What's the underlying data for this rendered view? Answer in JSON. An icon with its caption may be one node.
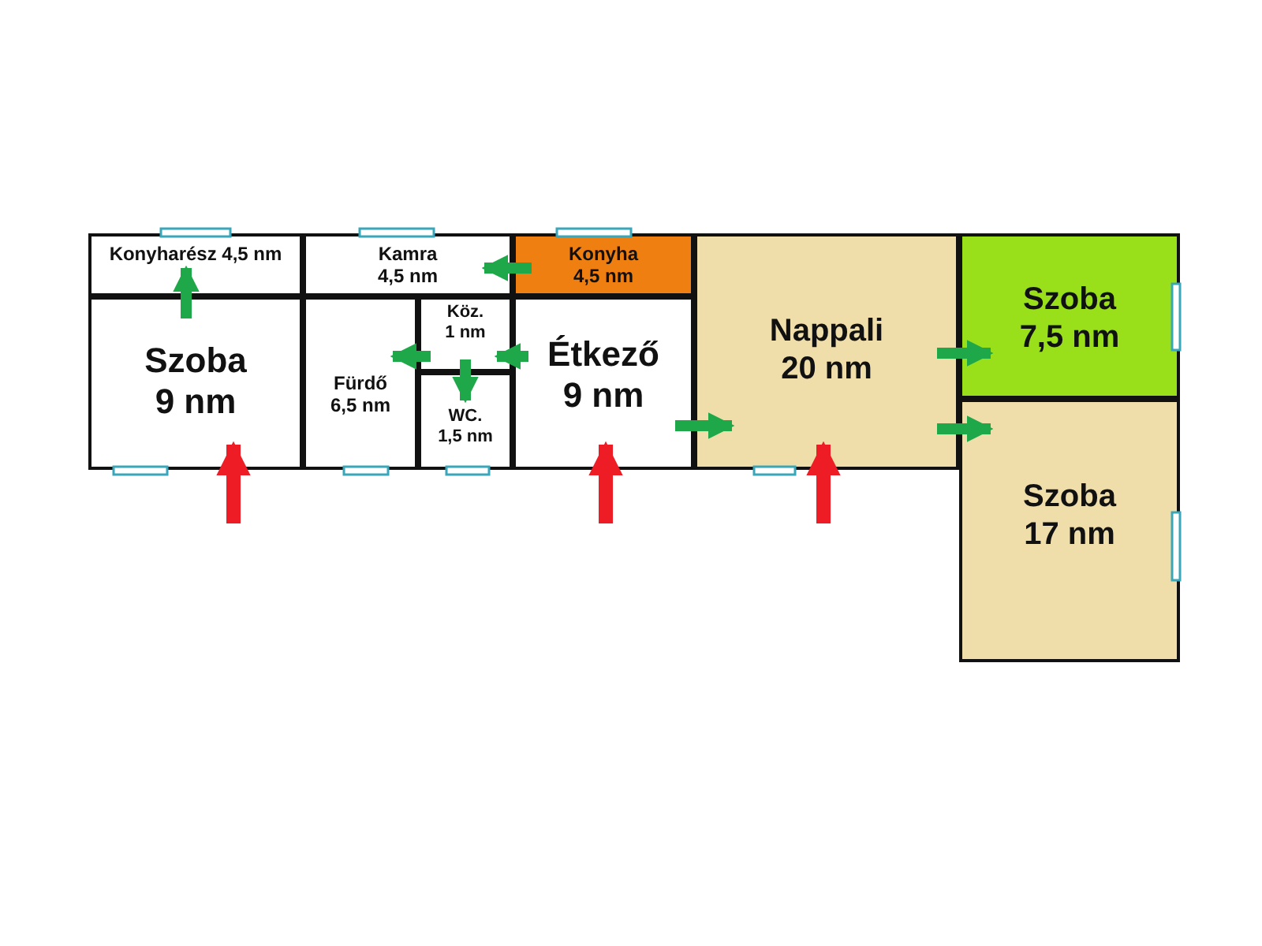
{
  "diagram": {
    "nodes": [
      {
        "text": [
          "Konyharész 4,5 nm"
        ]
      },
      {
        "text": [
          "Szoba 9 nm"
        ]
      },
      {
        "text": [
          "Kamra 4,5 nm"
        ]
      },
      {
        "text": [
          "Konyha 4,5 nm"
        ]
      },
      {
        "text": [
          "Fürdő 6,5 nm"
        ]
      },
      {
        "text": [
          "Köz. 1 nm"
        ]
      },
      {
        "text": [
          "WC. 1,5 nm"
        ]
      },
      {
        "text": [
          "Étkező 9 nm"
        ]
      },
      {
        "text": [
          "Nappali 20 nm"
        ]
      },
      {
        "text": [
          "Szoba 7,5 nm"
        ]
      },
      {
        "text": [
          "Szoba 17 nm"
        ]
      }
    ],
    "edges": [
      {
        "from": 1,
        "to": 0,
        "arrow": "to"
      },
      {
        "from": 3,
        "to": 2,
        "arrow": "to"
      },
      {
        "from": 7,
        "to": 5,
        "arrow": "to"
      },
      {
        "from": 5,
        "to": 4,
        "arrow": "to"
      },
      {
        "from": 5,
        "to": 6,
        "arrow": "to"
      },
      {
        "from": 7,
        "to": 8,
        "arrow": "to"
      },
      {
        "from": 8,
        "to": 9,
        "arrow": "to"
      },
      {
        "from": 8,
        "to": 10,
        "arrow": "to"
      },
      {
        "from": null,
        "to": 1,
        "arrow": "to",
        "color": "#ee1c25"
      },
      {
        "from": null,
        "to": 7,
        "arrow": "to",
        "color": "#ee1c25"
      },
      {
        "from": null,
        "to": 8,
        "arrow": "to",
        "color": "#ee1c25"
      }
    ]
  }
}
